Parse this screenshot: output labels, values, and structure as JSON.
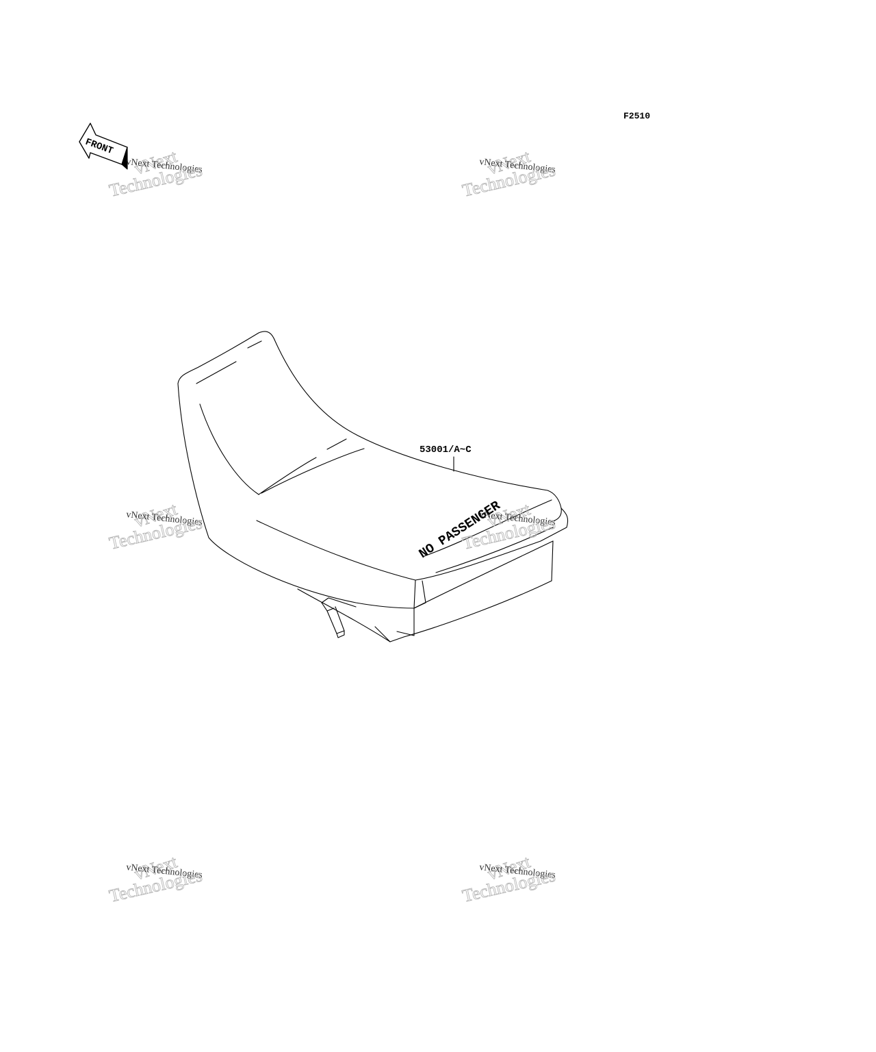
{
  "diagram": {
    "code": "F2510",
    "front_label": "FRONT",
    "part_label": "53001/A~C",
    "seat_decal": "NO PASSENGER"
  },
  "watermark": {
    "line1": "vNext",
    "line2": "vNext Technologies",
    "line3": "Technologies"
  }
}
